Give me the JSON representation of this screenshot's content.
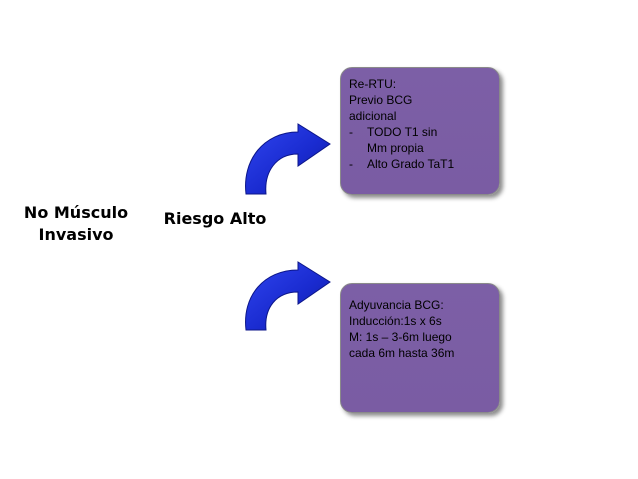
{
  "nodes": {
    "root": {
      "line1": "No Músculo",
      "line2": "Invasivo"
    },
    "risk": {
      "label": "Riesgo Alto"
    }
  },
  "boxes": {
    "top": {
      "lines": [
        "Re-RTU:",
        "Previo BCG",
        "adicional"
      ],
      "bullets": [
        {
          "dash": "-",
          "text": "TODO T1 sin",
          "cont": "Mm propia"
        },
        {
          "dash": "-",
          "text": "Alto Grado TaT1"
        }
      ]
    },
    "bottom": {
      "lines": [
        "Adyuvancia BCG:",
        "Inducción:1s x 6s",
        "M: 1s – 3-6m luego",
        "cada 6m hasta 36m"
      ]
    }
  },
  "colors": {
    "box_fill": "#7b5ea7",
    "arrow_blue": "#1f2fd6"
  }
}
